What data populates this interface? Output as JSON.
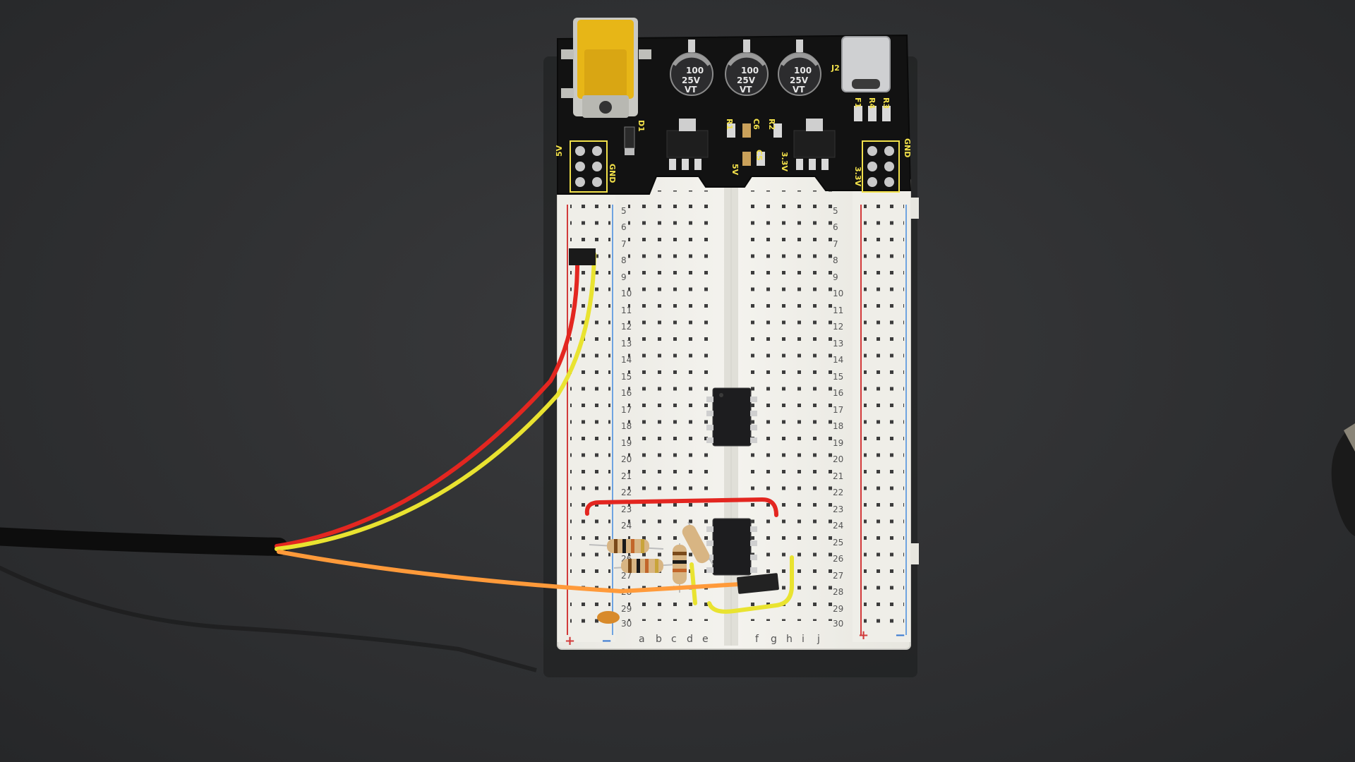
{
  "breadboard": {
    "row_numbers": [
      "5",
      "6",
      "7",
      "8",
      "9",
      "10",
      "11",
      "12",
      "13",
      "14",
      "15",
      "16",
      "17",
      "18",
      "19",
      "20",
      "21",
      "22",
      "23",
      "24",
      "25",
      "26",
      "27",
      "28",
      "29",
      "30"
    ],
    "letters_left": [
      "a",
      "b",
      "c",
      "d",
      "e"
    ],
    "letters_right": [
      "f",
      "g",
      "h",
      "i",
      "j"
    ],
    "rail_plus": "+",
    "rail_minus": "−"
  },
  "power_module": {
    "capacitor_labels": [
      "100",
      "25V",
      "VT"
    ],
    "label_5v": "5V",
    "label_33v": "3.3V",
    "label_gnd": "GND",
    "label_j2": "J2",
    "label_d1": "D1",
    "labels_top": [
      "F1",
      "R4",
      "R3"
    ],
    "labels_mid": [
      "R1",
      "C6",
      "R2",
      "C5"
    ]
  },
  "colors": {
    "board_body": "#f2f1ec",
    "pcb_black": "#121212",
    "pcb_silk": "#f2e14a",
    "wire_red": "#e32620",
    "wire_yellow": "#e9e330",
    "wire_orange": "#ff9a3a",
    "background": "#2f3032"
  }
}
